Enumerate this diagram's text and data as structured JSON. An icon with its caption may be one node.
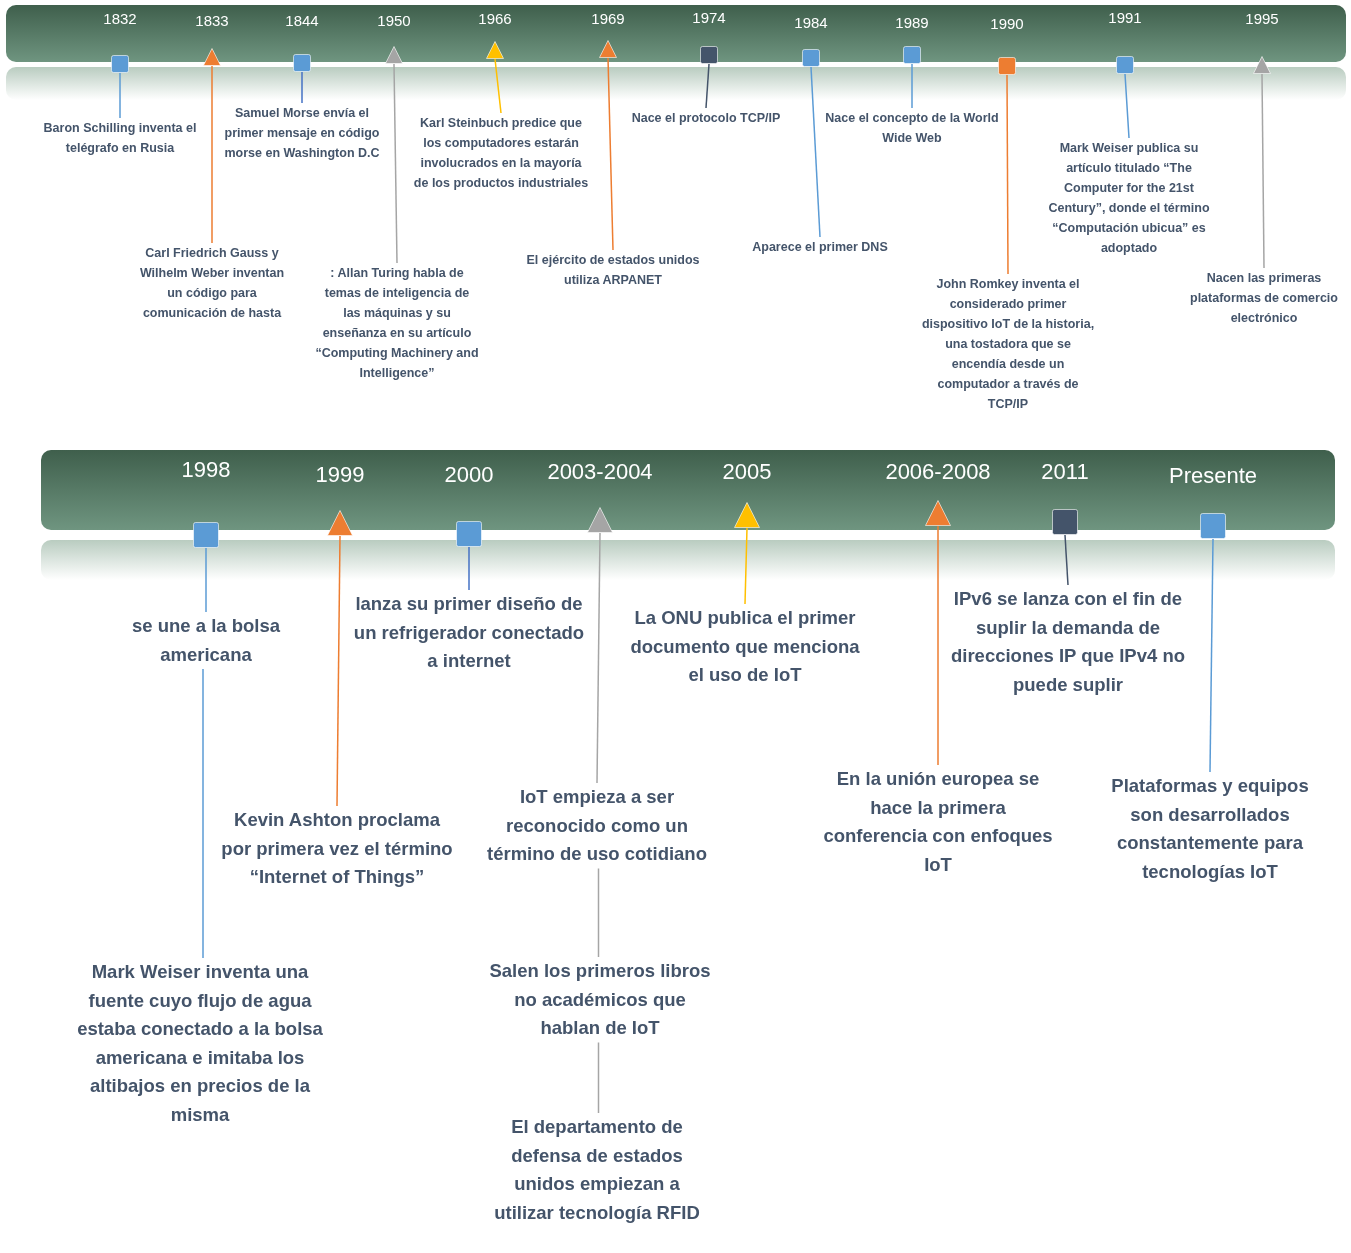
{
  "diagram": {
    "nodes": [
      {
        "text": [],
        "shape": "box",
        "beside": [
          "1832"
        ]
      },
      {
        "text": [
          "Baron Schilling inventa el telégrafo en Rusia"
        ]
      },
      {
        "text": [],
        "shape": "triangle",
        "beside": [
          "1833"
        ]
      },
      {
        "text": [
          "Carl Friedrich Gauss y Wilhelm Weber inventan un código para comunicación de hasta"
        ]
      },
      {
        "text": [],
        "shape": "box",
        "beside": [
          "1844"
        ]
      },
      {
        "text": [
          "Samuel Morse envía el primer mensaje en código morse en Washington D.C"
        ]
      },
      {
        "text": [],
        "shape": "triangle",
        "beside": [
          "1950"
        ]
      },
      {
        "text": [
          ": Allan Turing habla de temas de inteligencia de las máquinas y su enseñanza en su artículo “Computing Machinery and Intelligence”"
        ]
      },
      {
        "text": [],
        "shape": "triangle",
        "beside": [
          "1966"
        ]
      },
      {
        "text": [
          "Karl Steinbuch predice que los computadores estarán involucrados en la mayoría de los productos industriales"
        ]
      },
      {
        "text": [],
        "shape": "triangle",
        "beside": [
          "1969"
        ]
      },
      {
        "text": [
          "El ejército de estados unidos utiliza ARPANET"
        ]
      },
      {
        "text": [],
        "shape": "box",
        "beside": [
          "1974"
        ]
      },
      {
        "text": [
          "Nace el protocolo TCP/IP"
        ]
      },
      {
        "text": [],
        "shape": "box",
        "beside": [
          "1984"
        ]
      },
      {
        "text": [
          "Aparece el primer DNS"
        ]
      },
      {
        "text": [],
        "shape": "box",
        "beside": [
          "1989"
        ]
      },
      {
        "text": [
          "Nace el concepto de la World Wide Web"
        ]
      },
      {
        "text": [],
        "shape": "box",
        "beside": [
          "1990"
        ]
      },
      {
        "text": [
          "John Romkey inventa el considerado primer dispositivo IoT de la historia, una tostadora que se encendía desde un computador a través de TCP/IP"
        ]
      },
      {
        "text": [],
        "shape": "box",
        "beside": [
          "1991"
        ]
      },
      {
        "text": [
          "Mark Weiser publica su artículo titulado “The Computer for the 21st Century”, donde el término “Computación ubicua” es adoptado"
        ]
      },
      {
        "text": [],
        "shape": "triangle",
        "beside": [
          "1995"
        ]
      },
      {
        "text": [
          "Nacen las primeras plataformas de comercio electrónico"
        ]
      },
      {
        "text": [],
        "shape": "box",
        "beside": [
          "1998"
        ]
      },
      {
        "text": [
          "se une a la bolsa americana"
        ]
      },
      {
        "text": [
          "Mark Weiser inventa una fuente cuyo flujo de agua estaba conectado a la bolsa americana e imitaba los altibajos en precios de la misma"
        ]
      },
      {
        "text": [],
        "shape": "triangle",
        "beside": [
          "1999"
        ]
      },
      {
        "text": [
          "Kevin Ashton proclama por primera vez el término “Internet of Things”"
        ]
      },
      {
        "text": [],
        "shape": "box",
        "beside": [
          "2000"
        ]
      },
      {
        "text": [
          "lanza su primer diseño de un refrigerador conectado a internet"
        ]
      },
      {
        "text": [],
        "shape": "triangle",
        "beside": [
          "2003-2004"
        ]
      },
      {
        "text": [
          "IoT empieza a ser reconocido como un término de uso cotidiano"
        ]
      },
      {
        "text": [
          "Salen los primeros libros no académicos que hablan de IoT"
        ]
      },
      {
        "text": [
          "El departamento de defensa de estados unidos empiezan a utilizar tecnología RFID"
        ]
      },
      {
        "text": [],
        "shape": "triangle",
        "beside": [
          "2005"
        ]
      },
      {
        "text": [
          "La ONU publica el primer documento que menciona el uso de IoT"
        ]
      },
      {
        "text": [],
        "shape": "triangle",
        "beside": [
          "2006-2008"
        ]
      },
      {
        "text": [
          "En la unión europea se hace la primera conferencia con enfoques IoT"
        ]
      },
      {
        "text": [],
        "shape": "box",
        "beside": [
          "2011"
        ]
      },
      {
        "text": [
          "IPv6 se lanza con el fin de suplir la demanda de direcciones IP que IPv4 no puede suplir"
        ]
      },
      {
        "text": [],
        "shape": "box",
        "beside": [
          "Presente"
        ]
      },
      {
        "text": [
          "Plataformas y equipos son desarrollados constantemente para tecnologías IoT"
        ]
      }
    ],
    "edges": [
      {
        "from": 0,
        "to": 1,
        "arrow": "none"
      },
      {
        "from": 2,
        "to": 3,
        "arrow": "none",
        "color": "#ed7d31"
      },
      {
        "from": 4,
        "to": 5,
        "arrow": "none",
        "color": "#4472c4"
      },
      {
        "from": 6,
        "to": 7,
        "arrow": "none",
        "color": "#a5a5a5"
      },
      {
        "from": 8,
        "to": 9,
        "arrow": "none",
        "color": "#ffc000"
      },
      {
        "from": 10,
        "to": 11,
        "arrow": "none",
        "color": "#ed7d31"
      },
      {
        "from": 12,
        "to": 13,
        "arrow": "none",
        "color": "#44546a"
      },
      {
        "from": 14,
        "to": 15,
        "arrow": "none"
      },
      {
        "from": 16,
        "to": 17,
        "arrow": "none"
      },
      {
        "from": 18,
        "to": 19,
        "arrow": "none",
        "color": "#ed7d31"
      },
      {
        "from": 20,
        "to": 21,
        "arrow": "none"
      },
      {
        "from": 22,
        "to": 23,
        "arrow": "none",
        "color": "#a5a5a5"
      },
      {
        "from": 24,
        "to": 25,
        "arrow": "none"
      },
      {
        "from": 25,
        "to": 26,
        "arrow": "none"
      },
      {
        "from": 27,
        "to": 28,
        "arrow": "none",
        "color": "#ed7d31"
      },
      {
        "from": 29,
        "to": 30,
        "arrow": "none",
        "color": "#4472c4"
      },
      {
        "from": 31,
        "to": 32,
        "arrow": "none",
        "color": "#a5a5a5"
      },
      {
        "from": 32,
        "to": 33,
        "arrow": "none",
        "color": "#a5a5a5"
      },
      {
        "from": 33,
        "to": 34,
        "arrow": "none",
        "color": "#a5a5a5"
      },
      {
        "from": 35,
        "to": 36,
        "arrow": "none",
        "color": "#ffc000"
      },
      {
        "from": 37,
        "to": 38,
        "arrow": "none",
        "color": "#ed7d31"
      },
      {
        "from": 39,
        "to": 40,
        "arrow": "none",
        "color": "#44546a"
      },
      {
        "from": 41,
        "to": 42,
        "arrow": "none"
      }
    ]
  }
}
